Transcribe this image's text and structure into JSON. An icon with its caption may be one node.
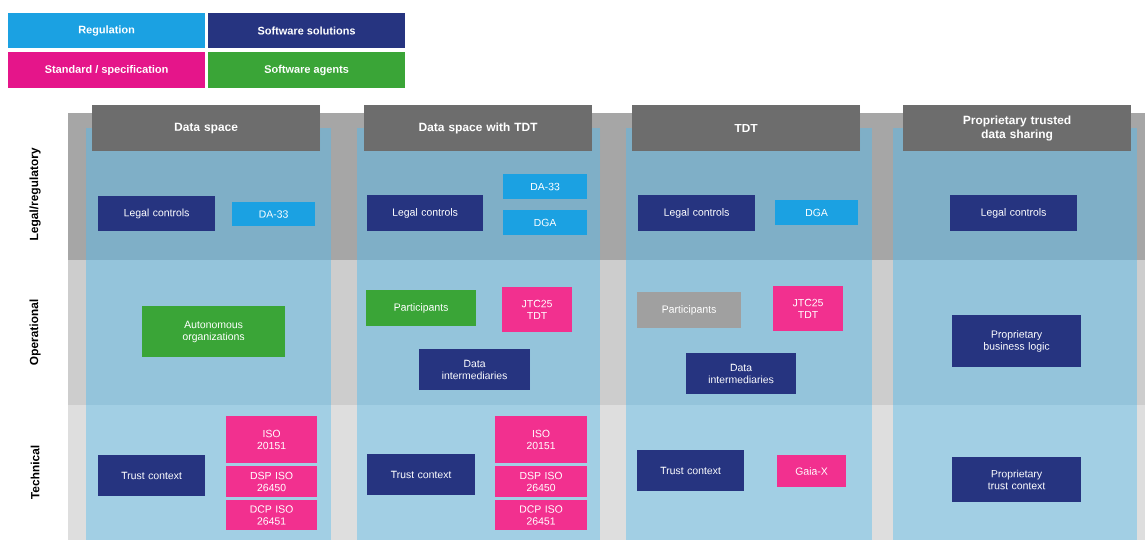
{
  "diagram": {
    "nodes": [
      {
        "text": [
          "Data space"
        ]
      },
      {
        "text": [
          "Legal controls"
        ],
        "in": 0
      },
      {
        "text": [
          "DA-33"
        ],
        "in": 0
      },
      {
        "text": [
          "Autonomous organizations"
        ],
        "in": 0
      },
      {
        "text": [
          "Trust context"
        ],
        "in": 0
      },
      {
        "text": [
          "ISO 20151"
        ],
        "in": 0
      },
      {
        "text": [
          "DSP ISO 26450"
        ],
        "in": 0
      },
      {
        "text": [
          "DCP ISO 26451"
        ],
        "in": 0
      },
      {
        "text": [
          "Data space with TDT"
        ]
      },
      {
        "text": [
          "Legal controls"
        ],
        "in": 8
      },
      {
        "text": [
          "DA-33"
        ],
        "in": 8
      },
      {
        "text": [
          "DGA"
        ],
        "in": 8
      },
      {
        "text": [
          "Participants"
        ],
        "in": 8
      },
      {
        "text": [
          "JTC25 TDT"
        ],
        "in": 8
      },
      {
        "text": [
          "Data intermediaries"
        ],
        "in": 8
      },
      {
        "text": [
          "Trust context"
        ],
        "in": 8
      },
      {
        "text": [
          "ISO 20151"
        ],
        "in": 8
      },
      {
        "text": [
          "DSP ISO 26450"
        ],
        "in": 8
      },
      {
        "text": [
          "DCP ISO 26451"
        ],
        "in": 8
      },
      {
        "text": [
          "TDT"
        ]
      },
      {
        "text": [
          "Legal controls"
        ],
        "in": 19
      },
      {
        "text": [
          "DGA"
        ],
        "in": 19
      },
      {
        "text": [
          "Participants"
        ],
        "in": 19
      },
      {
        "text": [
          "JTC25 TDT"
        ],
        "in": 19
      },
      {
        "text": [
          "Data intermediaries"
        ],
        "in": 19
      },
      {
        "text": [
          "Trust context"
        ],
        "in": 19
      },
      {
        "text": [
          "Gaia-X"
        ],
        "in": 19
      },
      {
        "text": [
          "Proprietary trusted data sharing"
        ]
      },
      {
        "text": [
          "Legal controls"
        ],
        "in": 27
      },
      {
        "text": [
          "Proprietary business logic"
        ],
        "in": 27
      },
      {
        "text": [
          "Proprietary trust context"
        ],
        "in": 27
      }
    ],
    "labels": [
      "Legal/regulatory",
      "Operational",
      "Technical"
    ],
    "legend": [
      {
        "text": "Regulation",
        "color": "#1ba1e2"
      },
      {
        "text": "Software solutions",
        "color": "#263480"
      },
      {
        "text": "Standard / specification",
        "color": "#e5158a"
      },
      {
        "text": "Software agents",
        "color": "#3aa537"
      }
    ]
  }
}
